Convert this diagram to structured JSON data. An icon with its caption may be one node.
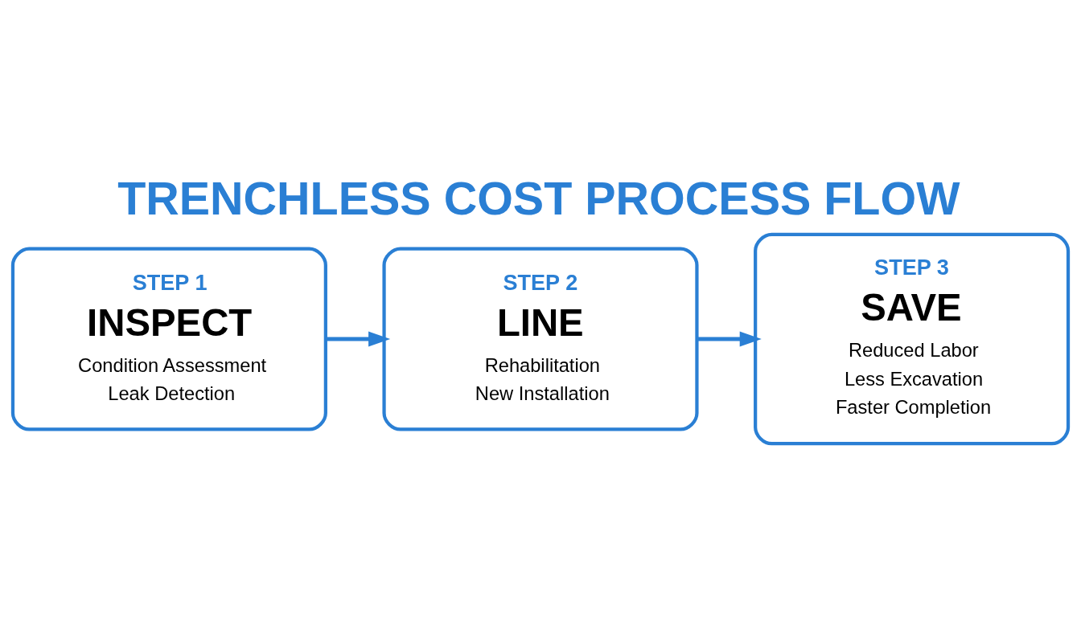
{
  "diagram": {
    "title": "TRENCHLESS COST PROCESS FLOW",
    "nodes": [
      {
        "text": [
          "STEP 1",
          "INSPECT",
          "Condition Assessment",
          "Leak Detection"
        ]
      },
      {
        "text": [
          "STEP 2",
          "LINE",
          "Rehabilitation",
          "New Installation"
        ]
      },
      {
        "text": [
          "STEP 3",
          "SAVE",
          "Reduced Labor",
          "Less Excavation",
          "Faster Completion"
        ]
      }
    ],
    "edges": [
      {
        "from": 0,
        "to": 1,
        "arrow": "to"
      },
      {
        "from": 1,
        "to": 2,
        "arrow": "to"
      }
    ]
  }
}
